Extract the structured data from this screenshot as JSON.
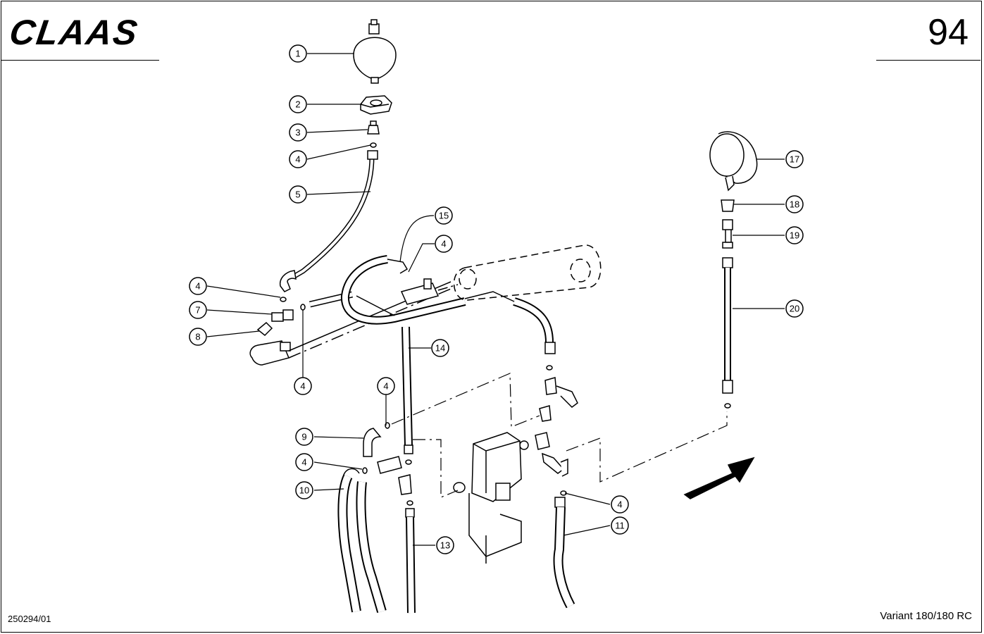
{
  "header": {
    "logo_text": "CLAAS",
    "page_number": "94"
  },
  "footer": {
    "doc_code": "250294/01",
    "model": "Variant 180/180 RC"
  },
  "callouts": [
    {
      "id": "c1",
      "label": "1"
    },
    {
      "id": "c2",
      "label": "2"
    },
    {
      "id": "c3",
      "label": "3"
    },
    {
      "id": "c4a",
      "label": "4"
    },
    {
      "id": "c5",
      "label": "5"
    },
    {
      "id": "c15",
      "label": "15"
    },
    {
      "id": "c4b",
      "label": "4"
    },
    {
      "id": "c4c",
      "label": "4"
    },
    {
      "id": "c7",
      "label": "7"
    },
    {
      "id": "c8",
      "label": "8"
    },
    {
      "id": "c4d",
      "label": "4"
    },
    {
      "id": "c14",
      "label": "14"
    },
    {
      "id": "c4e",
      "label": "4"
    },
    {
      "id": "c9",
      "label": "9"
    },
    {
      "id": "c4f",
      "label": "4"
    },
    {
      "id": "c10",
      "label": "10"
    },
    {
      "id": "c13",
      "label": "13"
    },
    {
      "id": "c4g",
      "label": "4"
    },
    {
      "id": "c11",
      "label": "11"
    },
    {
      "id": "c17",
      "label": "17"
    },
    {
      "id": "c18",
      "label": "18"
    },
    {
      "id": "c19",
      "label": "19"
    },
    {
      "id": "c20",
      "label": "20"
    }
  ]
}
